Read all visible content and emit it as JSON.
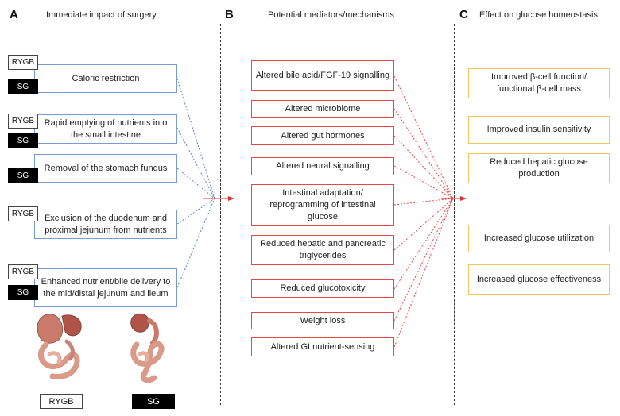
{
  "panels": [
    {
      "letter": "A",
      "title": "Immediate impact of surgery"
    },
    {
      "letter": "B",
      "title": "Potential mediators/mechanisms"
    },
    {
      "letter": "C",
      "title": "Effect on glucose homeostasis"
    }
  ],
  "impacts": [
    {
      "text": "Caloric restriction"
    },
    {
      "text": "Rapid emptying of nutrients into the small intestine"
    },
    {
      "text": "Removal of the stomach fundus"
    },
    {
      "text": "Exclusion of the duodenum and proximal jejunum from nutrients"
    },
    {
      "text": "Enhanced nutrient/bile delivery to the mid/distal jejunum and ileum"
    }
  ],
  "tags": {
    "rygb": "RYGB",
    "sg": "SG"
  },
  "mediators": [
    "Altered bile acid/FGF-19 signalling",
    "Altered microbiome",
    "Altered gut hormones",
    "Altered neural signalling",
    "Intestinal adaptation/ reprogramming of intestinal glucose",
    "Reduced hepatic and pancreatic triglycerides",
    "Reduced glucotoxicity",
    "Weight loss",
    "Altered GI nutrient-sensing"
  ],
  "effects": [
    "Improved β-cell function/ functional β-cell mass",
    "Improved insulin sensitivity",
    "Reduced hepatic glucose production",
    "Increased glucose utilization",
    "Increased glucose effectiveness"
  ],
  "labels": {
    "rygb": "RYGB",
    "sg": "SG"
  },
  "colors": {
    "blue_border": "#7a9bd0",
    "red_border": "#e04a4a",
    "gold_border": "#f0c860",
    "arrow_red": "#e03030"
  }
}
